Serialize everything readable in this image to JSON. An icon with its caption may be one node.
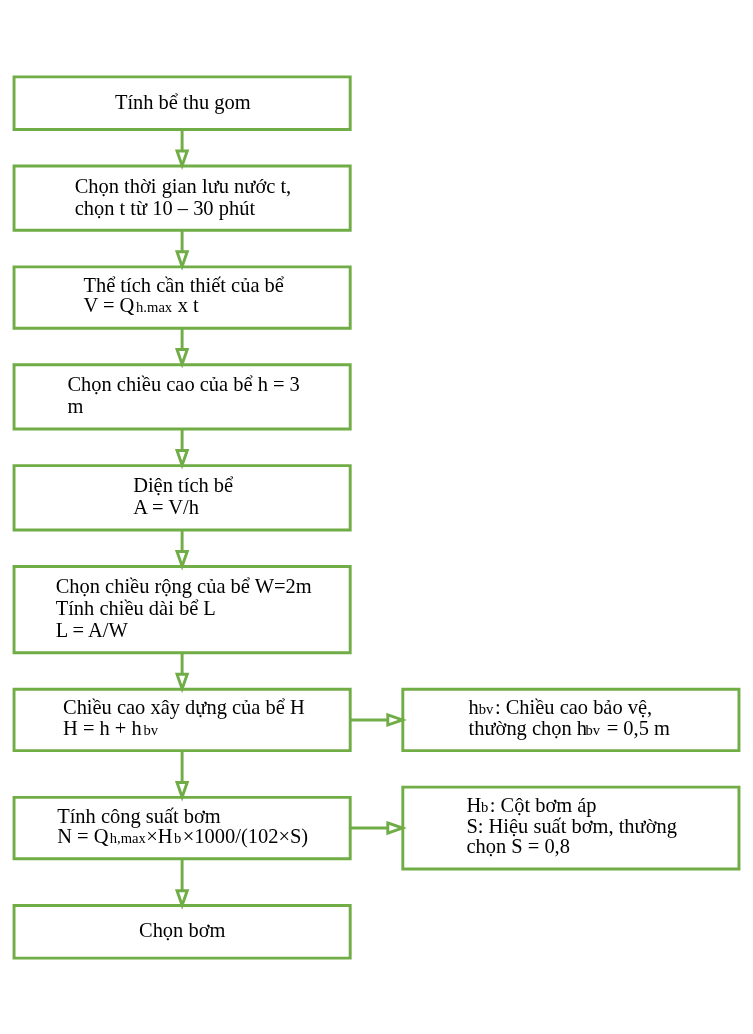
{
  "diagram": {
    "nodes": [
      {
        "text": [
          "Tính bể thu gom"
        ]
      },
      {
        "text": [
          "Chọn thời gian lưu nước t, chọn t từ 10 – 30 phút"
        ]
      },
      {
        "text": [
          "Thể tích cần thiết của bể",
          "V = Q$_{h.max}$ x t"
        ]
      },
      {
        "text": [
          "Chọn chiều cao của bể h = 3 m"
        ]
      },
      {
        "text": [
          "Diện tích bể",
          "A = V/h"
        ]
      },
      {
        "text": [
          "Chọn chiều rộng của bể W=2m",
          "Tính chiều dài bể L",
          "L = A/W"
        ]
      },
      {
        "text": [
          "Chiều cao xây dựng của bể H",
          "H = h + h$_{bv}$"
        ]
      },
      {
        "text": [
          "h$_{bv}$: Chiều cao bảo vệ, thường chọn h$_{bv}$ = 0,5 m"
        ]
      },
      {
        "text": [
          "Tính công suất bơm",
          "N = Q$_{h,max}$×H$_{b}$×1000/(102×S)"
        ]
      },
      {
        "text": [
          "H$_{b}$: Cột bơm áp",
          "S: Hiệu suất bơm, thường chọn S = 0,8"
        ]
      },
      {
        "text": [
          "Chọn bơm"
        ]
      }
    ],
    "edges": [
      {
        "from": 0,
        "to": 1,
        "arrow": "to"
      },
      {
        "from": 1,
        "to": 2,
        "arrow": "to"
      },
      {
        "from": 2,
        "to": 3,
        "arrow": "to"
      },
      {
        "from": 3,
        "to": 4,
        "arrow": "to"
      },
      {
        "from": 4,
        "to": 5,
        "arrow": "to"
      },
      {
        "from": 5,
        "to": 6,
        "arrow": "to"
      },
      {
        "from": 6,
        "to": 7,
        "arrow": "to"
      },
      {
        "from": 6,
        "to": 8,
        "arrow": "to"
      },
      {
        "from": 8,
        "to": 9,
        "arrow": "to"
      },
      {
        "from": 8,
        "to": 10,
        "arrow": "to"
      }
    ]
  }
}
